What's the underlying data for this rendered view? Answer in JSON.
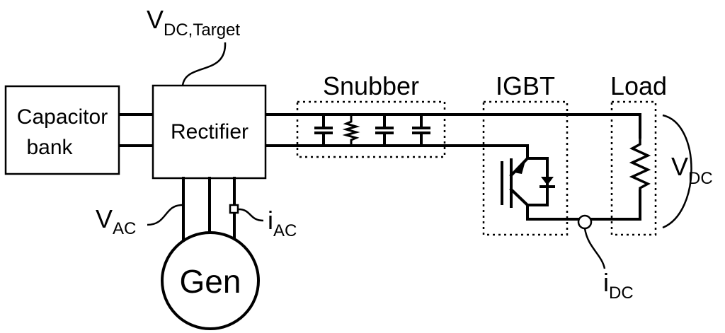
{
  "blocks": {
    "capacitor_bank": [
      "Capacitor",
      "bank"
    ],
    "rectifier": "Rectifier",
    "generator": "Gen"
  },
  "groups": {
    "snubber": "Snubber",
    "igbt": "IGBT",
    "load": "Load"
  },
  "signals": {
    "vdc_target": {
      "main": "V",
      "sub": "DC,Target"
    },
    "vac": {
      "main": "V",
      "sub": "AC"
    },
    "iac": {
      "main": "i",
      "sub": "AC"
    },
    "vdc": {
      "main": "V",
      "sub": "DC"
    },
    "idc": {
      "main": "i",
      "sub": "DC"
    }
  }
}
